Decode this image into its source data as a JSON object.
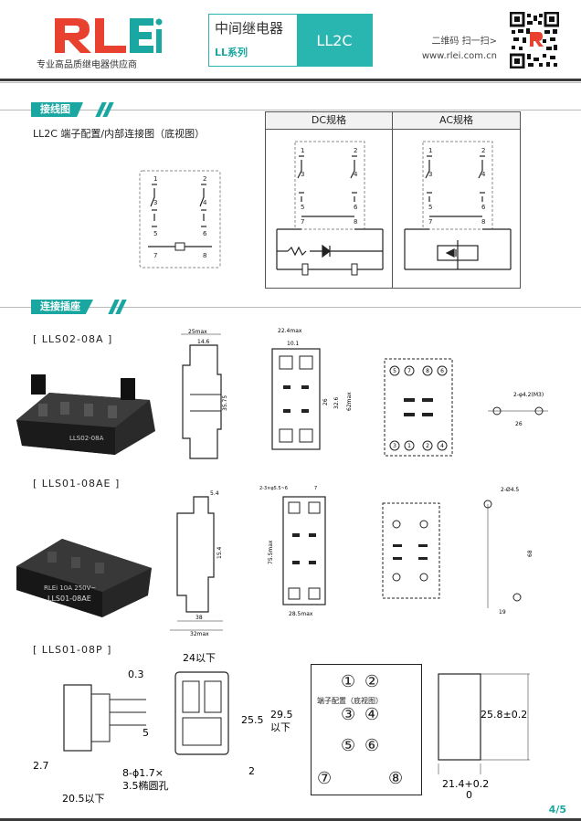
{
  "header": {
    "logo_text": "RLEi",
    "tagline": "专业高品质继电器供应商",
    "product_cn": "中间继电器",
    "series": "LL系列",
    "model": "LL2C",
    "qr_label": "二维码 扫一扫>",
    "website": "www.rlei.com.cn"
  },
  "sections": {
    "wiring": {
      "title": "接线图",
      "description": "LL2C 端子配置/内部连接图（底视图）",
      "dc_label": "DC规格",
      "ac_label": "AC规格",
      "pins": [
        "1",
        "2",
        "3",
        "4",
        "5",
        "6",
        "7",
        "8"
      ]
    },
    "sockets": {
      "title": "连接插座",
      "items": [
        {
          "model": "[ LLS02-08A ]",
          "photo_text": "LLS02-08A",
          "dims": [
            "25max",
            "14.6",
            "35.75",
            "22.4max",
            "10.1",
            "26",
            "32.6",
            "62max",
            "2-φ4.2(M3)",
            "26"
          ],
          "terminals": [
            "5",
            "7",
            "8",
            "6",
            "3",
            "1",
            "2",
            "4"
          ]
        },
        {
          "model": "[ LLS01-08AE ]",
          "photo_text": "LLS01-08AE",
          "photo_sub": "RLEi 10A 250V~",
          "dims": [
            "5.4",
            "15.4",
            "38",
            "32max",
            "2-3×φ5.5~6",
            "7",
            "75.5max",
            "28.5max",
            "2-Ø4.5",
            "68",
            "19"
          ]
        },
        {
          "model": "[ LLS01-08P ]",
          "dims": [
            "0.3",
            "24以下",
            "25.5",
            "29.5",
            "以下",
            "5",
            "2.7",
            "8-ϕ1.7×",
            "3.5椭圆孔",
            "20.5以下",
            "2",
            "25.8±0.2",
            "21.4+0.2",
            "0"
          ],
          "terminal_title": "端子配置（底视图）",
          "terminals": [
            "①",
            "②",
            "③",
            "④",
            "⑤",
            "⑥",
            "⑦",
            "⑧"
          ]
        }
      ]
    }
  },
  "footer": {
    "page": "4/5"
  },
  "colors": {
    "accent": "#1aa7a1",
    "logo_red": "#e8412f",
    "dark": "#3a3a3a"
  }
}
